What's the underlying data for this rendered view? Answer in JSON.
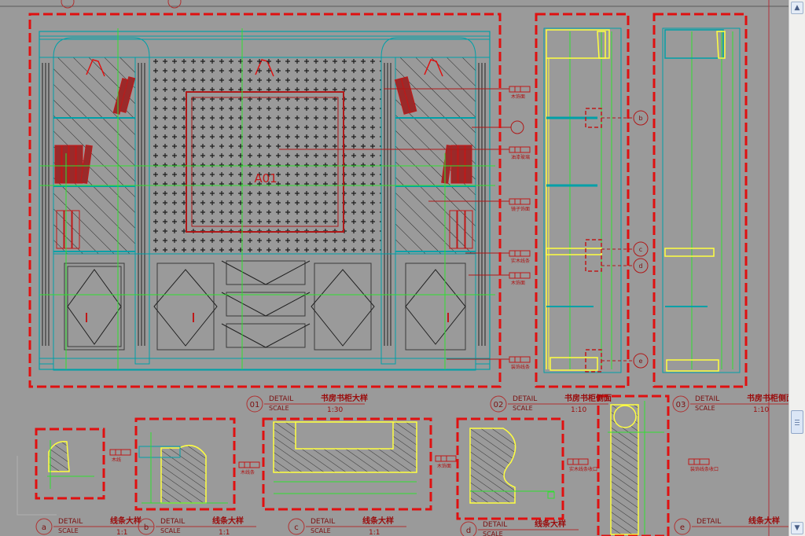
{
  "details": [
    {
      "num": "01",
      "word": "DETAIL",
      "scale_word": "SCALE",
      "title": "书房书柜大样",
      "scale": "1:30"
    },
    {
      "num": "02",
      "word": "DETAIL",
      "scale_word": "SCALE",
      "title": "书房书柜侧面",
      "scale": "1:10"
    },
    {
      "num": "03",
      "word": "DETAIL",
      "scale_word": "SCALE",
      "title": "书房书柜侧面",
      "scale": "1:10"
    },
    {
      "num": "a",
      "word": "DETAIL",
      "scale_word": "SCALE",
      "title": "线条大样",
      "scale": "1:1"
    },
    {
      "num": "b",
      "word": "DETAIL",
      "scale_word": "SCALE",
      "title": "线条大样",
      "scale": "1:1"
    },
    {
      "num": "c",
      "word": "DETAIL",
      "scale_word": "SCALE",
      "title": "线条大样",
      "scale": "1:1"
    },
    {
      "num": "d",
      "word": "DETAIL",
      "scale_word": "SCALE",
      "title": "线条大样",
      "scale": ""
    },
    {
      "num": "e",
      "word": "DETAIL",
      "scale_word": "",
      "title": "线条大样",
      "scale": ""
    }
  ],
  "center_label": "A01",
  "callout_letters": [
    "b",
    "c",
    "d",
    "e"
  ],
  "material_notes": [
    "木饰面",
    "油漆玻璃",
    "镜子饰面",
    "实木线条",
    "木饰面",
    "装饰线条",
    "木线",
    "木线条",
    "木饰面",
    "实木线条收口",
    "装饰线条收口"
  ],
  "colors": {
    "background": "#9a9a9a",
    "frame": "#e01010",
    "structure": "#00a0a8",
    "axis": "#30e030",
    "profile": "#ffff40",
    "hatch": "#202020"
  },
  "scrollbar": {
    "up_icon": "▲",
    "down_icon": "▼"
  }
}
